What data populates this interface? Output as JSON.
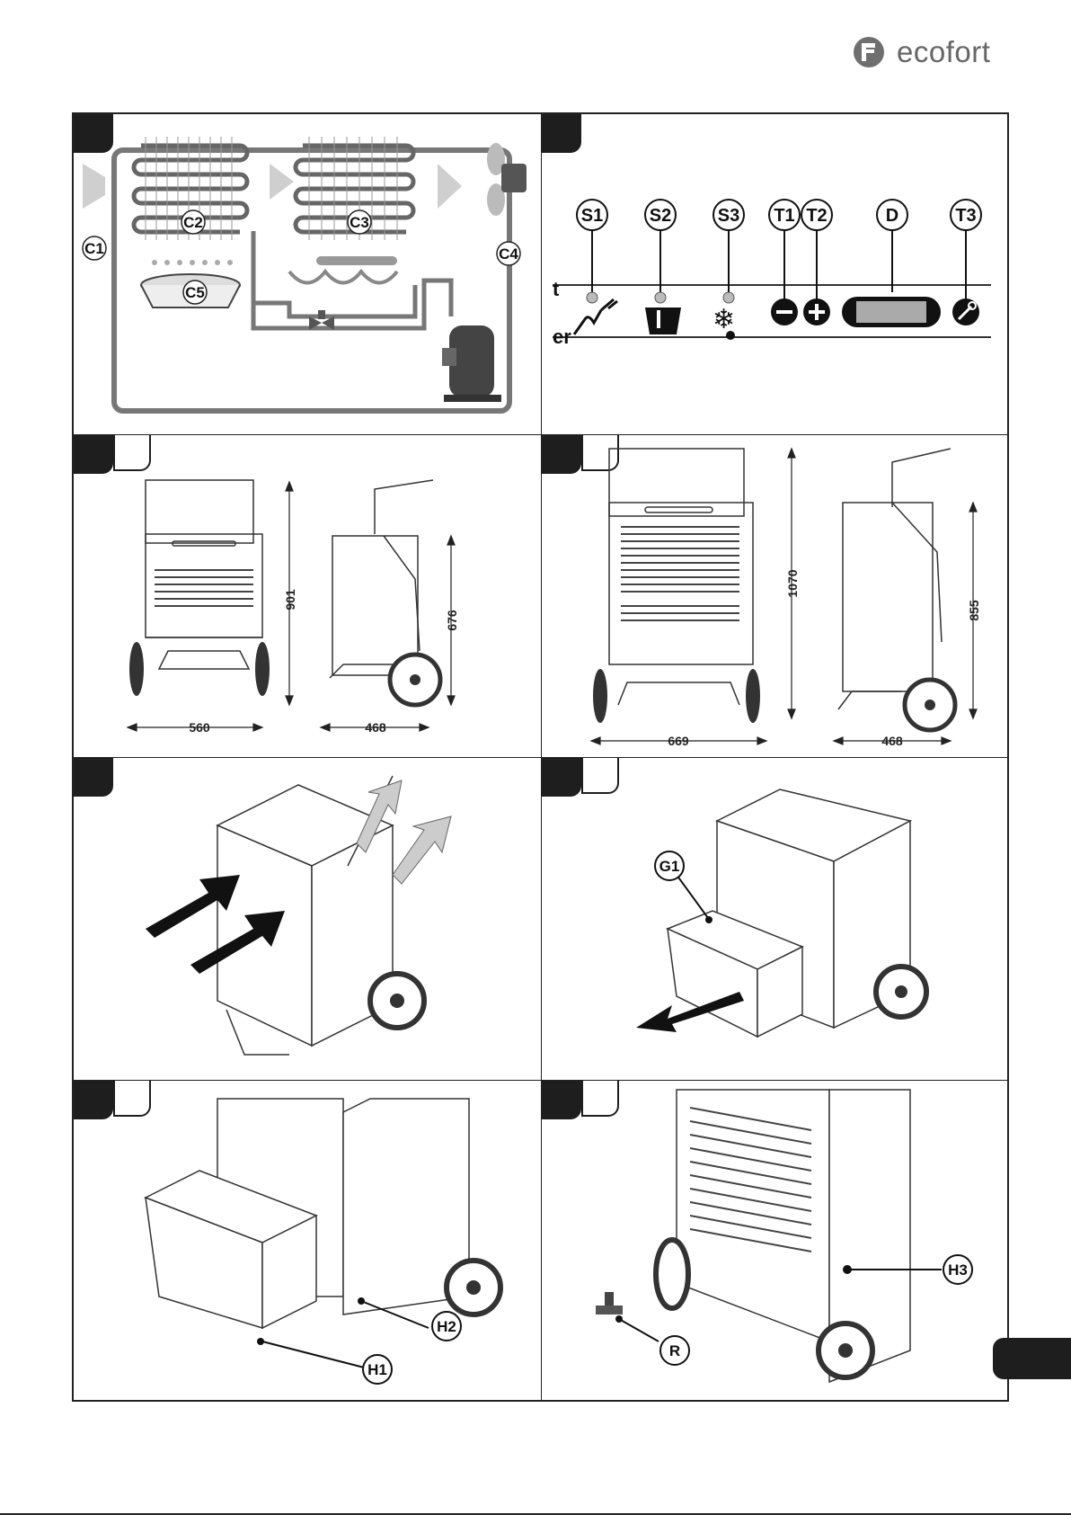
{
  "brand": {
    "name": "ecofort"
  },
  "panels": {
    "refrigeration": {
      "callouts": [
        "C1",
        "C2",
        "C3",
        "C4",
        "C5"
      ]
    },
    "control_panel": {
      "callouts": [
        "S1",
        "S2",
        "S3",
        "T1",
        "T2",
        "D",
        "T3"
      ],
      "partial_text_top": "t",
      "partial_text_bottom": "er"
    },
    "small_unit": {
      "dims": {
        "height": "901",
        "depth_height": "676",
        "width": "560",
        "depth": "468"
      }
    },
    "large_unit": {
      "dims": {
        "height": "1070",
        "depth_height": "855",
        "width": "669",
        "depth": "468"
      }
    },
    "tank_small": {
      "callouts": [
        "G1"
      ]
    },
    "drain_small": {
      "callouts": [
        "H1",
        "H2"
      ]
    },
    "drain_large": {
      "callouts": [
        "H3",
        "R"
      ]
    }
  },
  "icons": [
    "logo-icon",
    "plug-icon",
    "tank-icon",
    "defrost-icon",
    "minus-icon",
    "plus-icon",
    "wrench-icon",
    "fan-icon",
    "compressor-icon",
    "valve-icon"
  ]
}
